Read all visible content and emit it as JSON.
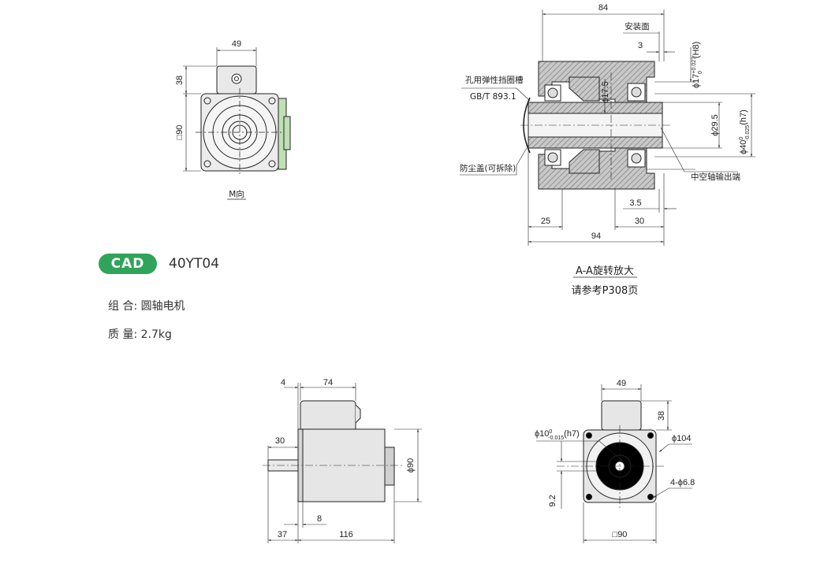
{
  "badge": {
    "label": "CAD",
    "color": "#2fa45a"
  },
  "model": "40YT04",
  "specs": [
    {
      "key": "组 合:",
      "value": "圆轴电机"
    },
    {
      "key": "质 量:",
      "value": "2.7kg"
    }
  ],
  "view_m": {
    "caption": "M向",
    "dim_top": "49",
    "dim_left_upper": "38",
    "dim_left_lower": "□90"
  },
  "section": {
    "dim_total_top": "84",
    "mount_face": "安装面",
    "dim_3": "3",
    "dim_phi17": "ϕ17",
    "tol_17": "+0.027",
    "tol_17b": "0",
    "fit_17": "(H8)",
    "dim_phi175": "ϕ17.5",
    "dim_phi295": "ϕ29.5",
    "dim_phi40": "ϕ40",
    "tol_40a": "0",
    "tol_40b": "-0.025",
    "fit_40": "(h7)",
    "label_ring_1": "孔用弹性挡圈槽",
    "label_ring_2": "GB/T 893.1",
    "label_cover": "防尘盖(可拆除)",
    "label_shaft_out": "中空轴输出端",
    "dim_35": "3.5",
    "dim_25": "25",
    "dim_30": "30",
    "dim_94": "94",
    "caption_1": "A-A旋转放大",
    "caption_2": "请参考P308页"
  },
  "side_view": {
    "dim_4": "4",
    "dim_74": "74",
    "dim_30": "30",
    "dim_phi90": "ϕ90",
    "dim_8": "8",
    "dim_37": "37",
    "dim_116": "116"
  },
  "front_view": {
    "dim_49": "49",
    "dim_38": "38",
    "dim_phi10": "ϕ10",
    "tol_a": "0",
    "tol_b": "-0.015",
    "fit": "(h7)",
    "dim_phi104": "ϕ104",
    "holes": "4-ϕ6.8",
    "dim_92": "9.2",
    "dim_sq90": "□90"
  },
  "colors": {
    "accent_green": "#2fa45a",
    "terminal_green": "#bfe0b5",
    "hatch_gray": "#9a9a9a",
    "body_gray": "#e6e6e6"
  }
}
